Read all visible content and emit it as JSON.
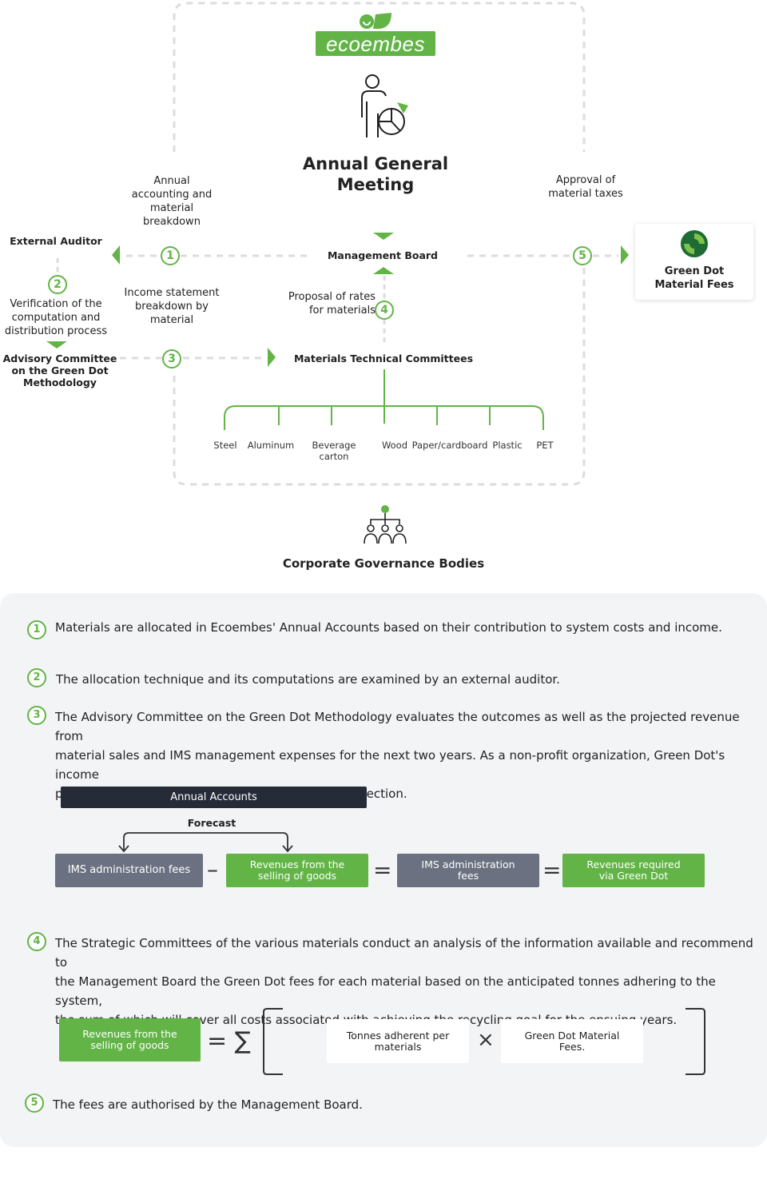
{
  "logo": {
    "text": "ecoembes"
  },
  "top": {
    "agm_title_1": "Annual General",
    "agm_title_2": "Meeting",
    "annual_accounting": [
      "Annual",
      "accounting and",
      "material",
      "breakdown"
    ],
    "approval": [
      "Approval of",
      "material taxes"
    ],
    "external_auditor": "External Auditor",
    "management_board": "Management Board",
    "green_dot_1": "Green Dot",
    "green_dot_2": "Material Fees",
    "verification": [
      "Verification of the",
      "computation and",
      "distribution process"
    ],
    "income_statement": [
      "Income statement",
      "breakdown by",
      "material"
    ],
    "proposal": [
      "Proposal of rates",
      "for materials"
    ],
    "advisory": [
      "Advisory Committee",
      "on the Green Dot",
      "Methodology"
    ],
    "technical_committees": "Materials Technical Committees",
    "materials": [
      "Steel",
      "Aluminum",
      "Beverage carton",
      "Wood",
      "Paper/cardboard",
      "Plastic",
      "PET"
    ],
    "corporate": "Corporate Governance Bodies",
    "steps": [
      "1",
      "2",
      "3",
      "4",
      "5"
    ]
  },
  "notes": {
    "n1": "Materials are allocated in Ecoembes' Annual Accounts based on their contribution to system costs and income.",
    "n2": "The allocation technique and its computations are examined by an external auditor.",
    "n3": [
      "The Advisory Committee on the Green Dot Methodology evaluates the outcomes as well as the projected revenue from",
      "material sales and IMS management expenses for the next two years. As a non-profit organization, Green Dot's income",
      "pays for the expenses associated with selective collection."
    ],
    "n4": [
      "The Strategic Committees of the various materials conduct an analysis of the information available and recommend to",
      "the Management Board the Green Dot fees for each material based on the anticipated tonnes adhering to the system,",
      "the sum of which will cover all costs associated with achieving the recycling goal for the ensuing years."
    ],
    "n5": "The fees are authorised by the Management Board."
  },
  "formula1": {
    "annual_accounts": "Annual Accounts",
    "forecast": "Forecast",
    "ims_fees": "IMS administration fees",
    "revenues_goods": [
      "Revenues from the",
      "selling of goods"
    ],
    "ims_admin": [
      "IMS administration",
      "fees"
    ],
    "revenues_required": [
      "Revenues required",
      "via Green Dot"
    ],
    "op_minus": "–",
    "op_eq": "="
  },
  "formula2": {
    "revenues_goods": [
      "Revenues from the",
      "selling of goods"
    ],
    "eq_sigma": "= ∑",
    "tonnes": [
      "Tonnes adherent per",
      "materials"
    ],
    "times": "×",
    "fees": [
      "Green Dot Material",
      "Fees."
    ]
  },
  "colors": {
    "green": "#62b446",
    "gray": "#6b7180",
    "dark": "#262b38",
    "panel": "#f3f4f6"
  }
}
